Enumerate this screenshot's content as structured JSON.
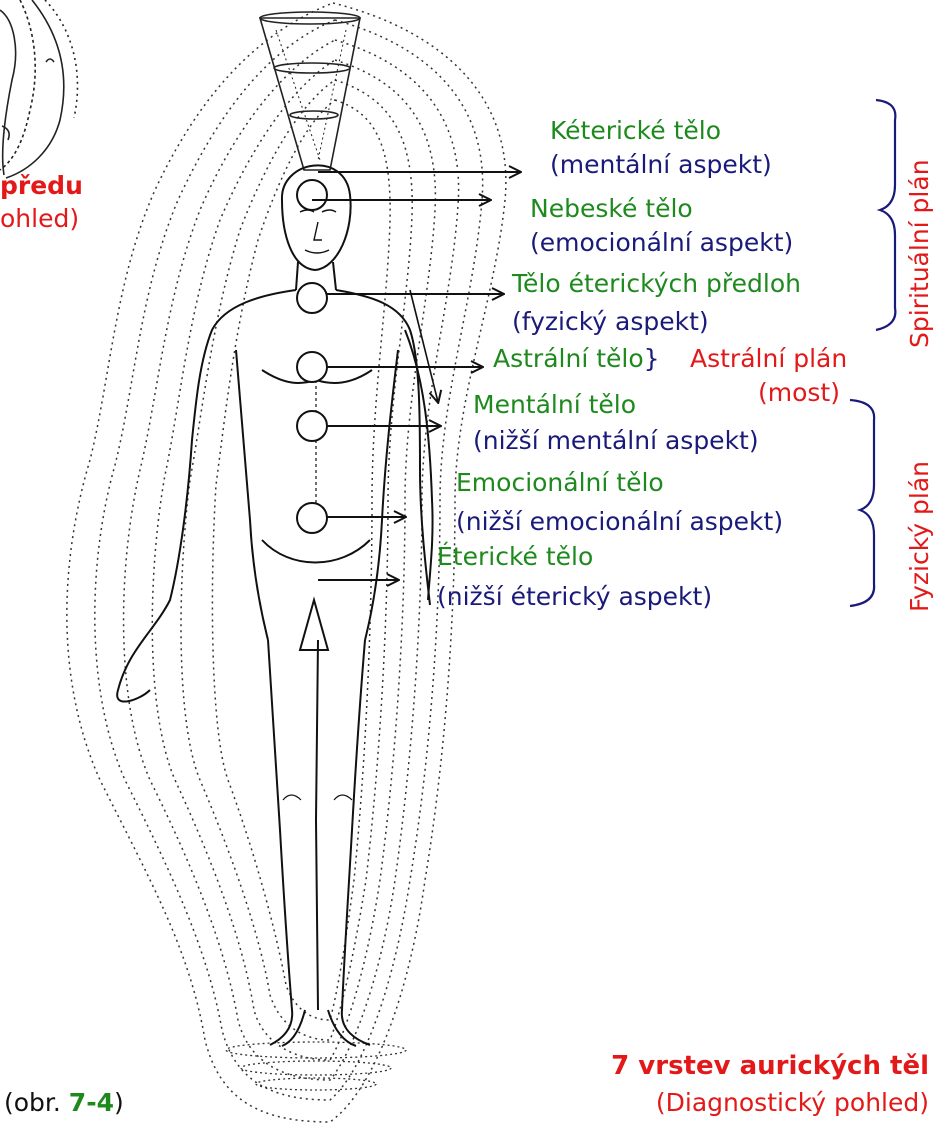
{
  "colors": {
    "green": "#1e8a1e",
    "navy": "#1a1a7a",
    "red": "#e31919"
  },
  "partial": {
    "line1": "předu",
    "line2": "ohled)"
  },
  "layers": [
    {
      "name": "Kéterické tělo",
      "aspect": "(mentální aspekt)"
    },
    {
      "name": "Nebeské tělo",
      "aspect": "(emocionální aspekt)"
    },
    {
      "name": "Tělo éterických předloh",
      "aspect": "(fyzický aspekt)"
    },
    {
      "name": "Astrální tělo",
      "brace": "}"
    },
    {
      "name": "Mentální tělo",
      "aspect": "(nižší mentální aspekt)"
    },
    {
      "name": "Emocionální tělo",
      "aspect": "(nižší emocionální aspekt)"
    },
    {
      "name": "Éterické tělo",
      "aspect": "(nižší éterický aspekt)"
    }
  ],
  "planes": {
    "spiritual": "Spirituální plán",
    "astral": "Astrální plán",
    "astral_bridge": "(most)",
    "physical": "Fyzický plán"
  },
  "caption": {
    "title": "7 vrstev aurických těl",
    "subtitle": "(Diagnostický pohled)",
    "figure_prefix": "(obr. ",
    "figure_number": "7-4",
    "figure_suffix": ")"
  }
}
